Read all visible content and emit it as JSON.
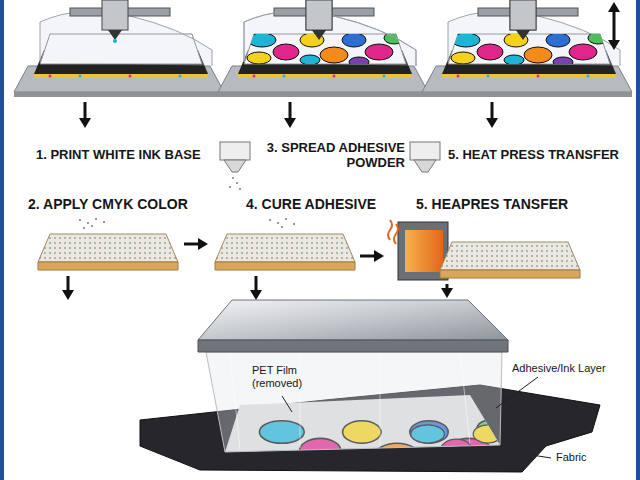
{
  "diagram": {
    "labels": [
      "1. PRINT WHITE INK BASE",
      "3. SPREAD ADHESIVE POWDER",
      "5. HEAT PRESS TRANSFER",
      "2. APPLY CMYK COLOR",
      "4. CURE ADHESIVE",
      "5. HEAPRES TANSFER",
      "PET Film (removed)",
      "Adhesive/Ink Layer",
      "Fabric"
    ]
  }
}
